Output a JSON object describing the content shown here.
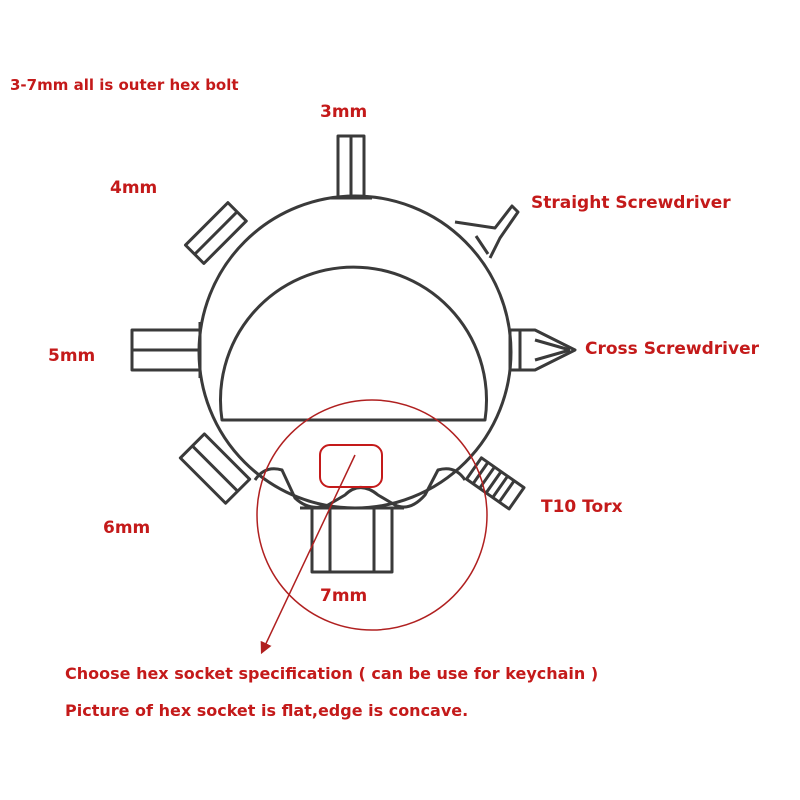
{
  "header_note": "3-7mm all is outer hex bolt",
  "tool_labels": {
    "hex_3mm": "3mm",
    "hex_4mm": "4mm",
    "hex_5mm": "5mm",
    "hex_6mm": "6mm",
    "hex_7mm": "7mm",
    "straight_screwdriver": "Straight Screwdriver",
    "cross_screwdriver": "Cross  Screwdriver",
    "t10_torx": "T10 Torx"
  },
  "footer_notes": {
    "line1": "Choose  hex socket specification ( can be use for keychain )",
    "line2": "Picture of hex socket is flat,edge is concave."
  },
  "colors": {
    "label_red": "#c41a1a",
    "outline": "#3a3a3a",
    "highlight_circle": "#b02020"
  }
}
